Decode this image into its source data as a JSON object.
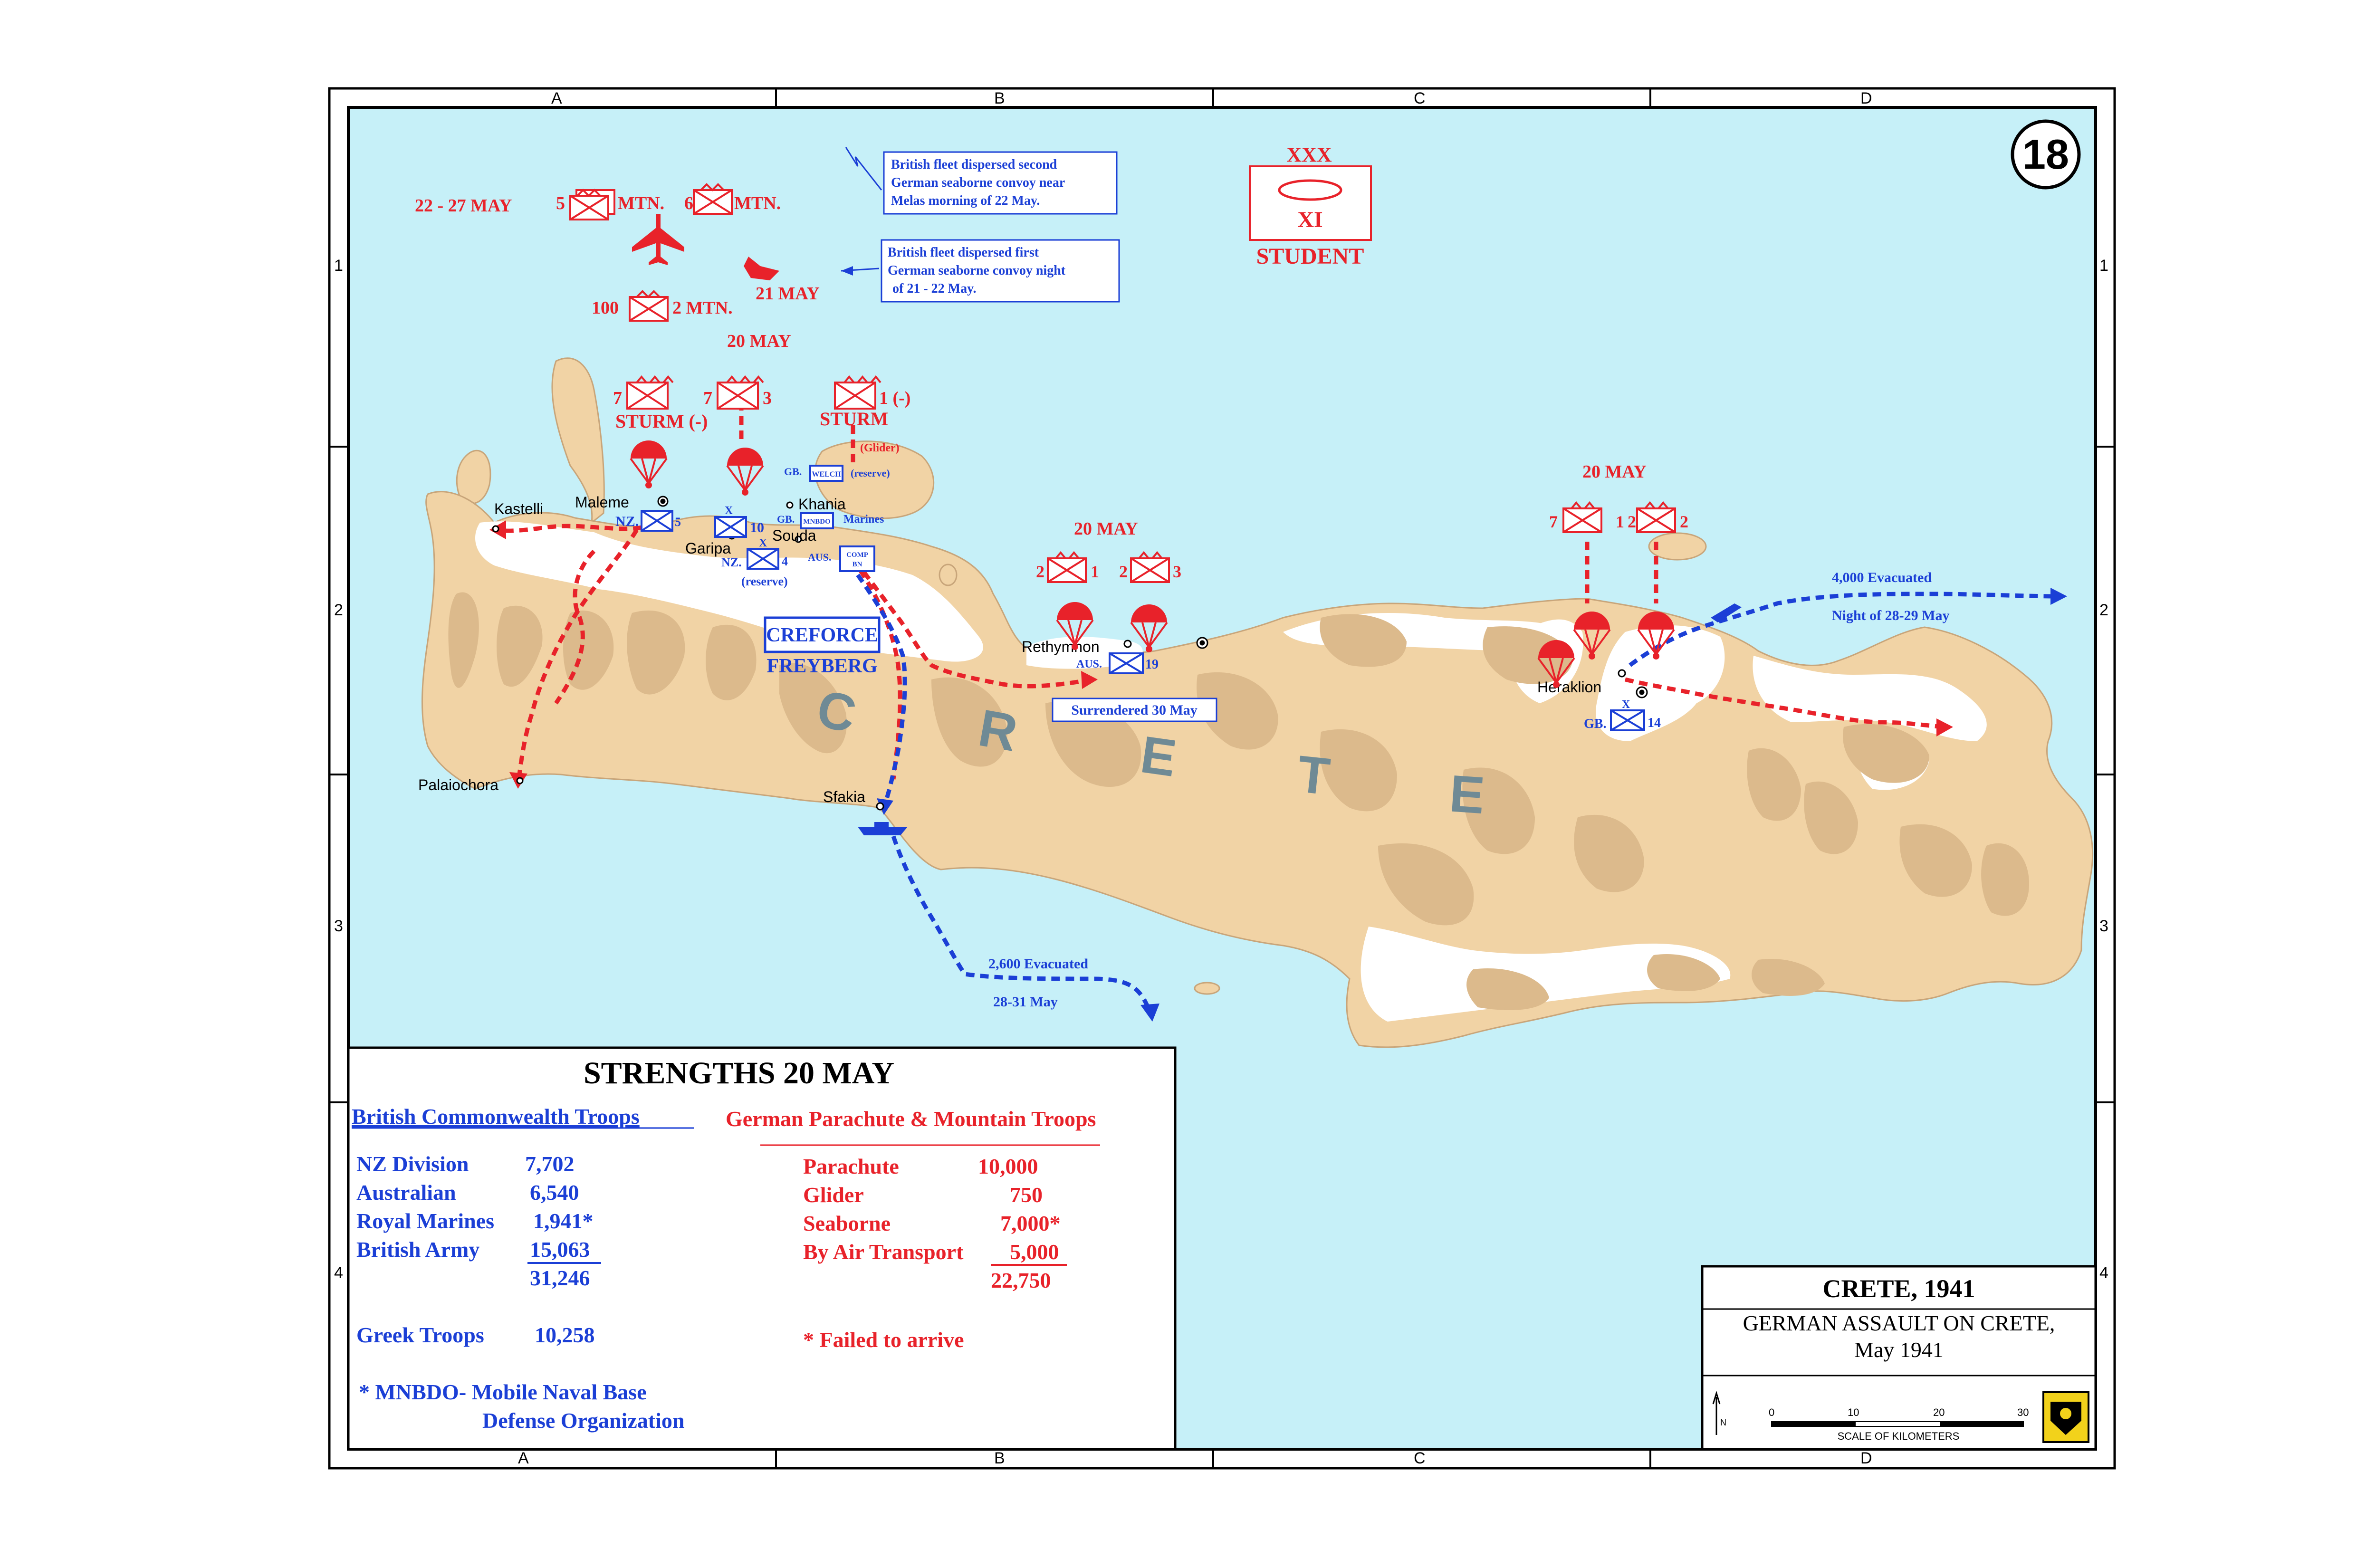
{
  "colors": {
    "sea": "#c6f0f8",
    "land": "#f1d3a5",
    "german": "#e8222a",
    "allied": "#1b3fd6"
  },
  "map_number": "18",
  "grid": {
    "columns": [
      "A",
      "B",
      "C",
      "D"
    ],
    "rows": [
      "1",
      "2",
      "3",
      "4"
    ]
  },
  "island_label": [
    "C",
    "R",
    "E",
    "T",
    "E"
  ],
  "places": {
    "kastelli": "Kastelli",
    "maleme": "Maleme",
    "khania": "Khania",
    "garipa": "Garipa",
    "souda": "Souda",
    "rethymnon": "Rethymnon",
    "heraklion": "Heraklion",
    "palaiochora": "Palaiochora",
    "sfakia": "Sfakia"
  },
  "german_units": {
    "corps": {
      "echelon": "XXX",
      "designation": "XI",
      "commander": "STUDENT"
    },
    "dates": {
      "seaborne": "22 - 27  MAY",
      "convoy": "21 MAY",
      "west": "20 MAY",
      "center": "20 MAY",
      "east": "20 MAY"
    },
    "mtn": {
      "left_num": "5",
      "left_label": "MTN.",
      "right_num": "6",
      "right_label": "MTN.",
      "lower_num": "100",
      "lower_label": "2 MTN."
    },
    "sturm_west": {
      "left": "7",
      "label": "STURM (-)"
    },
    "para_3": {
      "left": "7",
      "right": "3"
    },
    "sturm_khania": {
      "right": "1 (-)",
      "label": "STURM",
      "glider": "(Glider)"
    },
    "rethymnon_units": {
      "a_left": "2",
      "a_right": "1",
      "b_left": "2",
      "b_right": "3"
    },
    "heraklion_units": {
      "a_left": "7",
      "a_right": "1",
      "b_left": "2",
      "b_right": "2"
    }
  },
  "allied_units": {
    "nz5": {
      "prefix": "NZ.",
      "num": "5"
    },
    "b10": {
      "echelon": "X",
      "num": "10"
    },
    "nz4": {
      "prefix": "NZ.",
      "echelon": "X",
      "num": "4",
      "note": "(reserve)"
    },
    "welch": {
      "prefix": "GB.",
      "name": "WELCH",
      "note": "(reserve)"
    },
    "mnbdo": {
      "prefix": "GB.",
      "name": "MNBDO",
      "note": "Marines"
    },
    "comp": {
      "prefix": "AUS.",
      "name_top": "COMP",
      "name_bottom": "BN"
    },
    "aus19": {
      "prefix": "AUS.",
      "num": "19"
    },
    "gb14": {
      "prefix": "GB.",
      "echelon": "X",
      "num": "14"
    },
    "creforce": {
      "line1": "CREFORCE",
      "line2": "FREYBERG"
    }
  },
  "notes": {
    "second_convoy": [
      "British fleet dispersed second",
      "German seaborne convoy near",
      "Melas morning of 22 May."
    ],
    "first_convoy": [
      "British fleet dispersed first",
      "German seaborne convoy night",
      "of 21 - 22 May."
    ],
    "surrendered": "Surrendered 30 May",
    "evac_east": [
      "4,000 Evacuated",
      "Night of 28-29 May"
    ],
    "evac_south": [
      "2,600 Evacuated",
      "28-31 May"
    ]
  },
  "strengths": {
    "title": "STRENGTHS 20 MAY",
    "british_heading": "British Commonwealth Troops",
    "german_heading": "German Parachute & Mountain Troops",
    "british_rows": [
      {
        "label": "NZ Division",
        "value": "7,702"
      },
      {
        "label": "Australian",
        "value": "6,540"
      },
      {
        "label": "Royal Marines",
        "value": "1,941*"
      },
      {
        "label": "British Army",
        "value": "15,063"
      }
    ],
    "british_total": "31,246",
    "greek_label": "Greek Troops",
    "greek_value": "10,258",
    "german_rows": [
      {
        "label": "Parachute",
        "value": "10,000"
      },
      {
        "label": "Glider",
        "value": "750"
      },
      {
        "label": "Seaborne",
        "value": "7,000*"
      },
      {
        "label": "By Air Transport",
        "value": "5,000"
      }
    ],
    "german_total": "22,750",
    "footnote_german": "* Failed to arrive",
    "footnote_mnbdo": [
      "* MNBDO- Mobile Naval Base",
      "Defense Organization"
    ]
  },
  "title_block": {
    "title": "CRETE, 1941",
    "subtitle_1": "GERMAN ASSAULT ON CRETE,",
    "subtitle_2": "May 1941",
    "scale_ticks": [
      "0",
      "10",
      "20",
      "30"
    ],
    "scale_label": "SCALE OF KILOMETERS",
    "north": "N"
  }
}
